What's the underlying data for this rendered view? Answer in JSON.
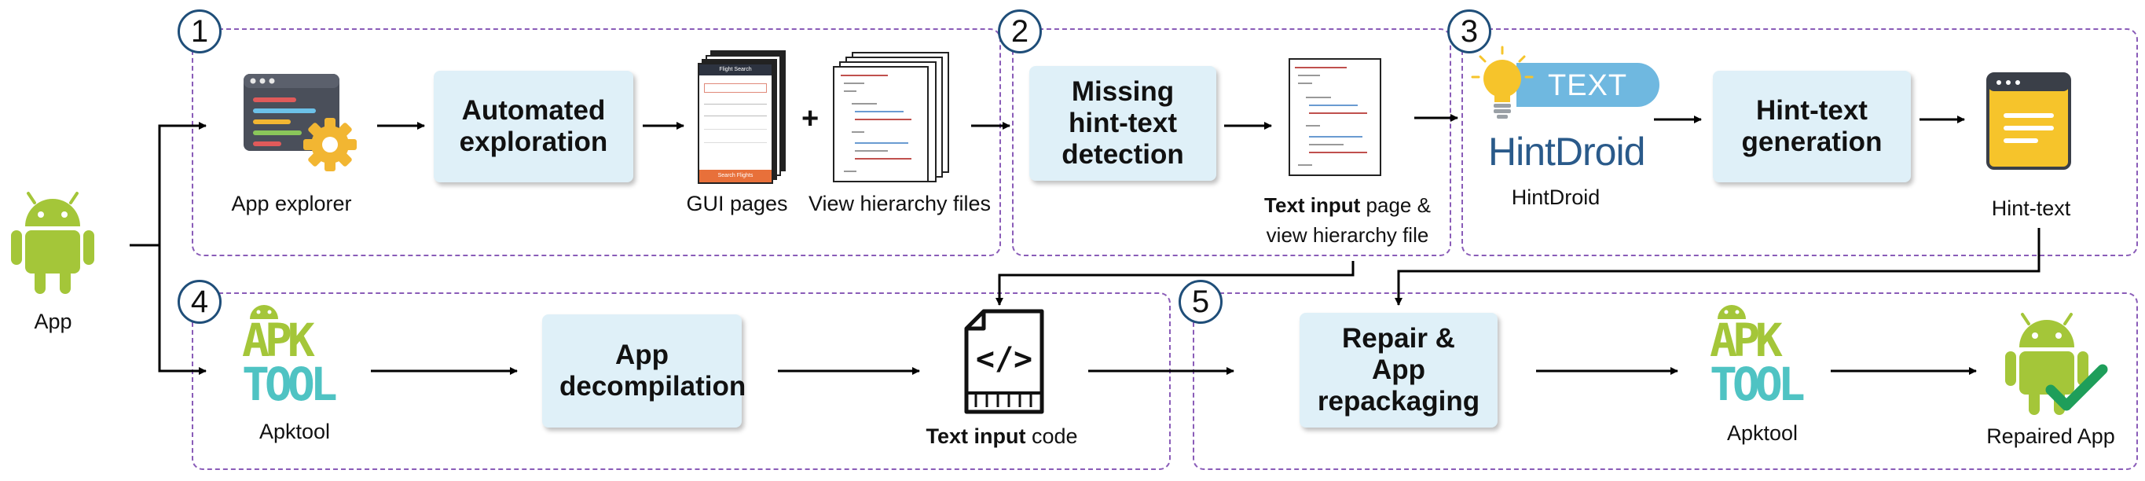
{
  "app": {
    "label": "App"
  },
  "stage_numbers": [
    "1",
    "2",
    "3",
    "4",
    "5"
  ],
  "stage1": {
    "app_explorer_label": "App explorer",
    "process": "Automated exploration",
    "gui_pages_label": "GUI pages",
    "plus": "+",
    "view_hierarchy_label": "View hierarchy files",
    "phone_title": "Flight Search",
    "phone_button": "Search Flights"
  },
  "stage2": {
    "process": "Missing hint-text detection",
    "output_bold": "Text input",
    "output_rest": " page &",
    "output_line2": "view hierarchy file"
  },
  "stage3": {
    "text_badge": "TEXT",
    "hintdroid_logo": "HintDroid",
    "hintdroid_label": "HintDroid",
    "process": "Hint-text generation",
    "hint_text_label": "Hint-text"
  },
  "stage4": {
    "apktool_label": "Apktool",
    "apktool_logo_top": "APK",
    "apktool_logo_bottom": "TOOL",
    "process": "App decompilation",
    "code_symbol": "</>",
    "output_bold": "Text input",
    "output_rest": " code"
  },
  "stage5": {
    "process": "Repair & App repackaging",
    "apktool_label": "Apktool",
    "repaired_label": "Repaired App"
  },
  "colors": {
    "dashed_border": "#8a5cb8",
    "process_fill": "#dff0f8",
    "number_circle": "#1f4e79",
    "android_green": "#a4c639",
    "apktool_green": "#a4c639",
    "apktool_teal": "#4fc3c3",
    "check_green": "#1e9e5a",
    "bulb_yellow": "#f6c42b",
    "text_badge": "#6fb8e0",
    "hintdroid_blue": "#2a5a8a",
    "gear_yellow": "#f2b632",
    "editor_dark": "#4a4f5a"
  }
}
